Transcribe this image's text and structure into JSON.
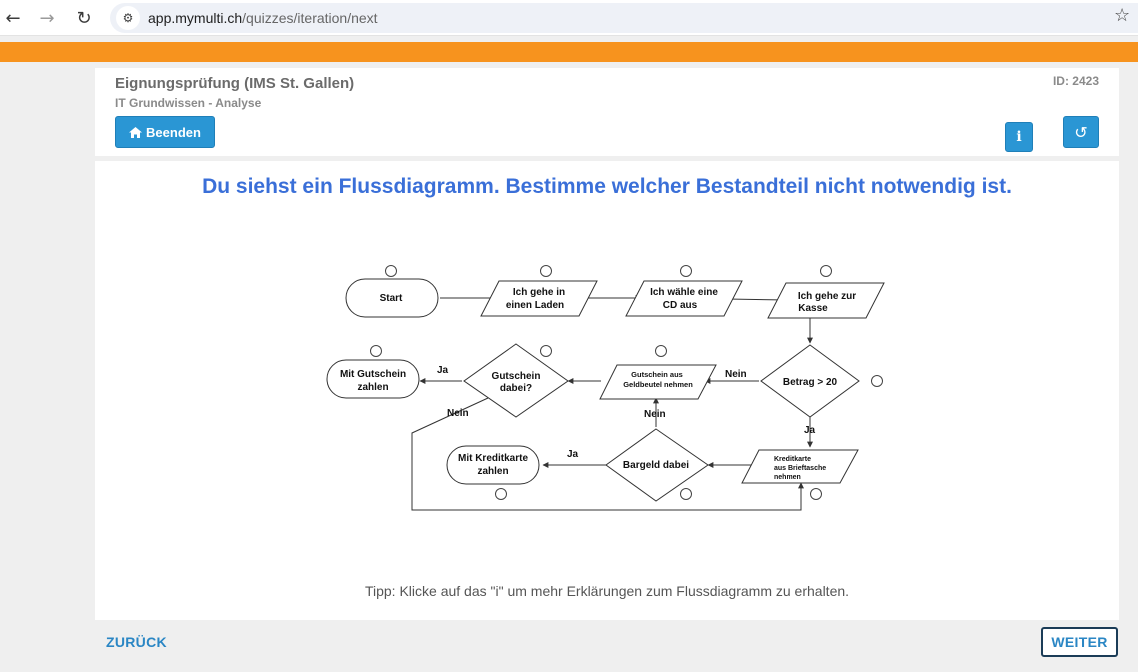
{
  "browser": {
    "back_icon": "arrow-left-icon",
    "forward_icon": "arrow-right-icon",
    "reload_icon": "reload-icon",
    "url_host": "app.mymulti.ch",
    "url_path": "/quizzes/iteration/next"
  },
  "header": {
    "title": "Eignungsprüfung (IMS St. Gallen)",
    "subtitle": "IT Grundwissen - Analyse",
    "id_label": "ID: 2423",
    "end_label": "Beenden",
    "info_label": "i"
  },
  "question": "Du siehst ein Flussdiagramm. Bestimme welcher Bestandteil nicht notwendig ist.",
  "diagram": {
    "start": "Start",
    "step1": [
      "Ich gehe in",
      "einen Laden"
    ],
    "step2": [
      "Ich wähle eine",
      "CD aus"
    ],
    "step3": [
      "Ich gehe zur",
      "Kasse"
    ],
    "decision1": "Betrag > 20",
    "step4": [
      "Gutschein aus",
      "Geldbeutel nehmen"
    ],
    "decision2": [
      "Gutschein",
      "dabei?"
    ],
    "end1": [
      "Mit Gutschein",
      "zahlen"
    ],
    "step5": [
      "Kreditkarte",
      "aus Brieftasche",
      "nehmen"
    ],
    "decision3": "Bargeld dabei",
    "end2": [
      "Mit Kreditkarte",
      "zahlen"
    ],
    "label_ja": "Ja",
    "label_nein": "Nein"
  },
  "tip": "Tipp: Klicke auf das \"i\" um mehr Erklärungen zum Flussdiagramm zu erhalten.",
  "nav": {
    "back_label": "ZURÜCK",
    "next_label": "WEITER"
  }
}
